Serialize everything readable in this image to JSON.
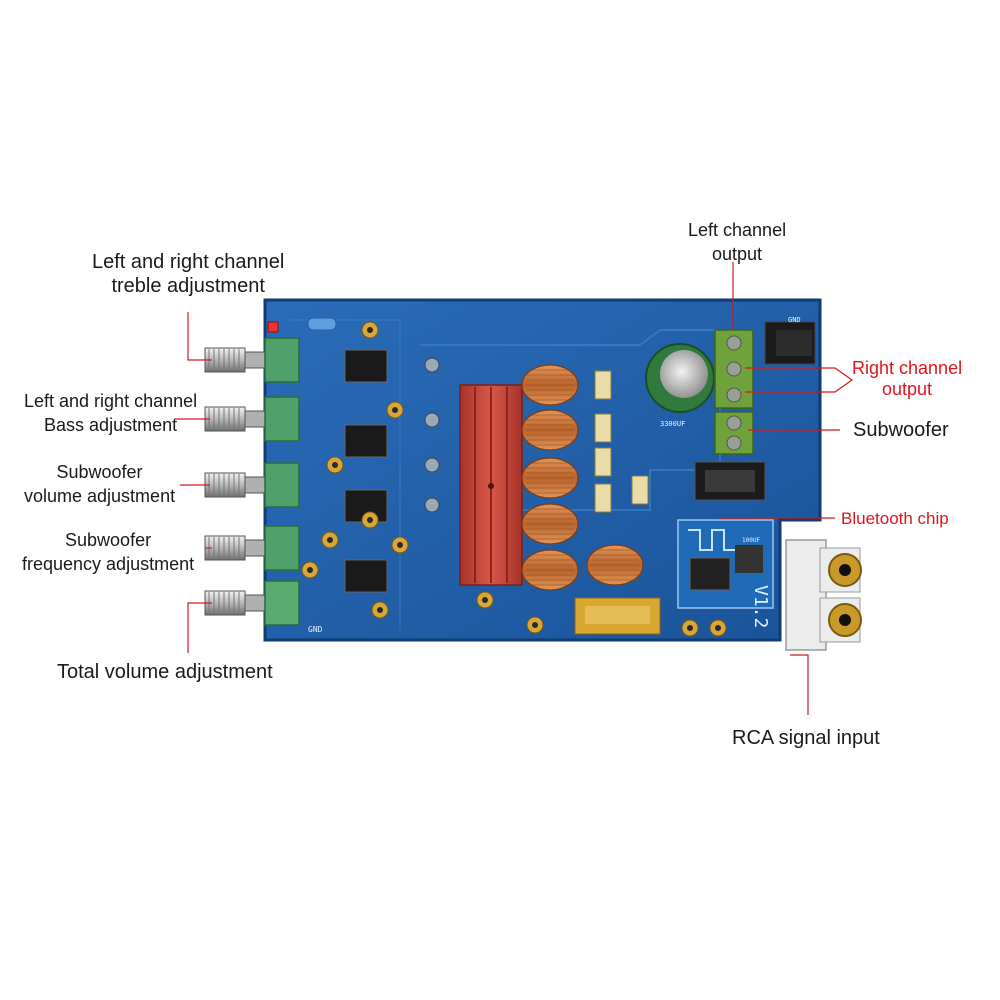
{
  "colors": {
    "pcb": "#1f5fa8",
    "pcb_dark": "#123f7a",
    "silk": "#e8f0ff",
    "callout_line_red": "#d11a1a",
    "label_red": "#e0141e",
    "label_dark": "#1a1a1a",
    "heatsink": "#c9443a",
    "coil": "#c5733a",
    "terminal_green": "#6fa23a",
    "pot_green": "#4fa06a"
  },
  "labels": {
    "treble": {
      "line1": "Left and right channel",
      "line2": "treble adjustment"
    },
    "bass": {
      "line1": "Left and right channel",
      "line2": "Bass adjustment"
    },
    "sub_volume": {
      "line1": "Subwoofer",
      "line2": "volume adjustment"
    },
    "sub_freq": {
      "line1": "Subwoofer",
      "line2": "frequency adjustment"
    },
    "total_volume": {
      "line1": "Total volume adjustment"
    },
    "left_out": {
      "line1": "Left channel",
      "line2": "output"
    },
    "right_out": {
      "line1": "Right channel",
      "line2": "output"
    },
    "subwoofer": {
      "line1": "Subwoofer"
    },
    "bluetooth": {
      "line1": "Bluetooth chip"
    },
    "rca": {
      "line1": "RCA signal input"
    }
  },
  "board_text": {
    "version": "V1.2",
    "gnd": "GND",
    "cap_big": "3300UF",
    "cap_small": "100UF"
  }
}
